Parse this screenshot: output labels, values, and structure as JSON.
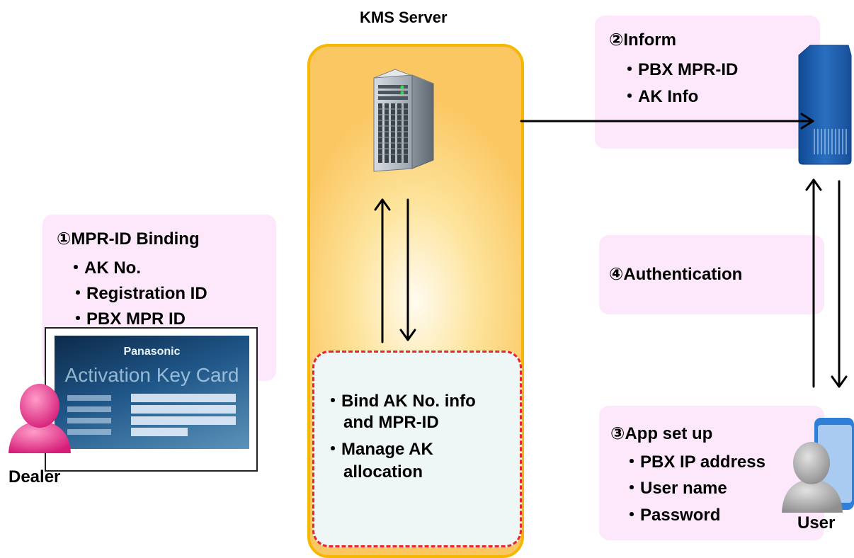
{
  "kms_title": "KMS Server",
  "step1": {
    "title": "①MPR-ID Binding",
    "items": [
      "・AK No.",
      "・Registration ID",
      "・PBX MPR ID"
    ]
  },
  "step2": {
    "title": "②Inform",
    "items": [
      "・PBX MPR-ID",
      "・AK Info"
    ]
  },
  "step3": {
    "title": "③App set up",
    "items": [
      "・PBX IP address",
      "・User name",
      "・Password"
    ]
  },
  "step4": {
    "title": "④Authentication"
  },
  "server_tasks": [
    "・Bind AK No. info",
    "and MPR-ID",
    "・Manage AK",
    "allocation"
  ],
  "card": {
    "brand": "Panasonic",
    "title": "Activation Key Card"
  },
  "actors": {
    "dealer": "Dealer",
    "user": "User"
  },
  "colors": {
    "pink_box": "#fde8fb",
    "server_border": "#f5b700",
    "dashed_border": "#e8262c",
    "pbx_blue": "#1f5ea8",
    "dealer_pink": "#e8378f",
    "user_gray": "#a9a9a9"
  },
  "icons": {
    "server": "tower-server-icon",
    "pbx": "pbx-unit-icon",
    "dealer": "person-icon",
    "user": "person-icon",
    "phone": "smartphone-icon"
  }
}
